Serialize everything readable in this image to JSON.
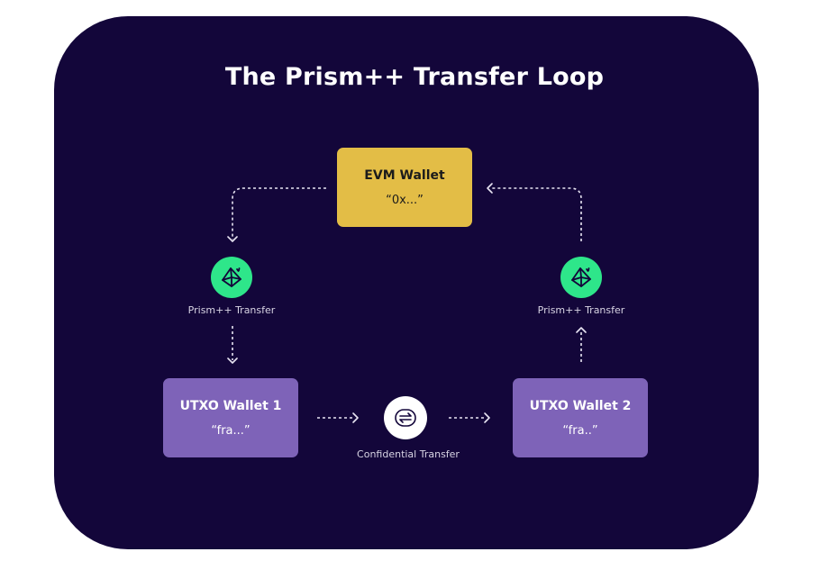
{
  "title": "The Prism++ Transfer Loop",
  "evm_wallet": {
    "name": "EVM Wallet",
    "address": "“0x...”"
  },
  "utxo_wallet_1": {
    "name": "UTXO Wallet 1",
    "address": "“fra...”"
  },
  "utxo_wallet_2": {
    "name": "UTXO Wallet 2",
    "address": "“fra..”"
  },
  "prism_left": {
    "label": "Prism++ Transfer",
    "icon": "prism-icon"
  },
  "prism_right": {
    "label": "Prism++ Transfer",
    "icon": "prism-icon"
  },
  "confidential": {
    "label": "Confidential Transfer",
    "icon": "swap-arrows-icon"
  },
  "colors": {
    "background": "#13063a",
    "evm_box": "#e3bd46",
    "utxo_box": "#7e63b8",
    "prism_icon": "#2ee68a",
    "confidential_icon": "#ffffff"
  }
}
